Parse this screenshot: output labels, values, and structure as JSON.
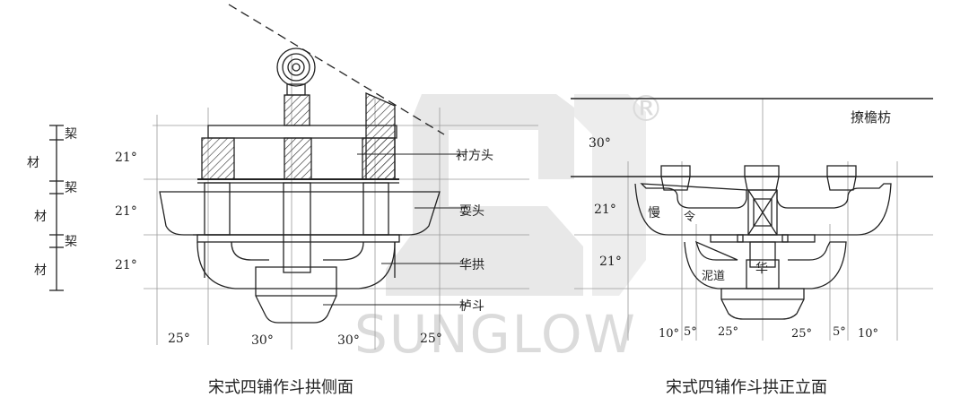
{
  "watermark": {
    "text": "SUNGLOW",
    "registered_mark": "®",
    "color": "#d8d8d8"
  },
  "side_view": {
    "caption": "宋式四铺作斗拱侧面",
    "scale_top": [
      "栔",
      "材",
      "栔",
      "材",
      "栔",
      "材"
    ],
    "heights": [
      "21°",
      "21°",
      "21°"
    ],
    "widths": [
      "25°",
      "30°",
      "30°",
      "25°"
    ],
    "labels": {
      "chenfangtou": "衬方头",
      "shuatou": "耍头",
      "huagong": "华拱",
      "ludou": "栌斗"
    }
  },
  "front_view": {
    "caption": "宋式四铺作斗拱正立面",
    "labels": {
      "liaoyanfang": "撩檐枋",
      "man": "慢",
      "ling": "令",
      "nidao": "泥道",
      "hua": "华"
    },
    "heights": [
      "30°",
      "21°",
      "21°"
    ],
    "widths": [
      "10°",
      "5°",
      "25°",
      "25°",
      "5°",
      "10°"
    ]
  },
  "colors": {
    "ink": "#222222",
    "guide": "#9a9a9a",
    "hatch": "#333333"
  }
}
